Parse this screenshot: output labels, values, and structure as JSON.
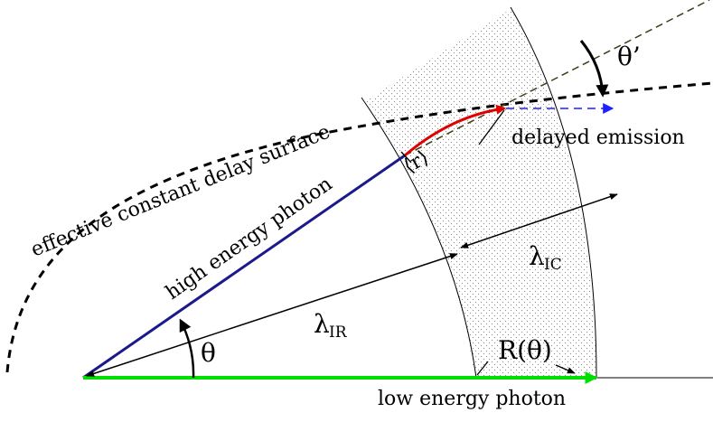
{
  "labels": {
    "effective_surface": "effective constant delay surface",
    "high_energy_photon": "high energy photon",
    "low_energy_photon": "low energy photon",
    "delayed_emission": "delayed emission",
    "r_mean": "⟨r⟩",
    "theta": "θ",
    "theta_prime": "θ’",
    "lambda_ir_symbol": "λ",
    "lambda_ir_sub": "IR",
    "lambda_ic_symbol": "λ",
    "lambda_ic_sub": "IC",
    "r_theta": "R(θ)"
  },
  "colors": {
    "high_energy_photon": "#1a1a8c",
    "low_energy_photon": "#00e000",
    "delayed_emission": "#1f1fff",
    "photon_path": "#e00000",
    "line_of_sight": "#3d3d1a",
    "effective_surface": "#000000",
    "shell_dots": "#8a8a8a"
  }
}
